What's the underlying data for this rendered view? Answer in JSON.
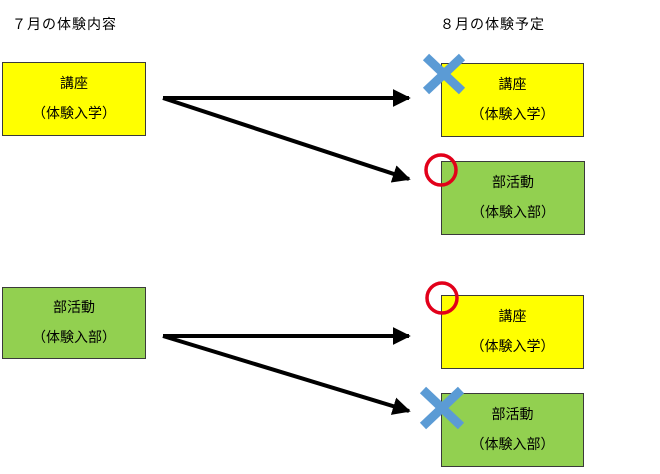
{
  "headings": {
    "july": "７月の体験内容",
    "august": "８月の体験予定"
  },
  "groups": [
    {
      "source": {
        "line1": "講座",
        "line2": "（体験入学）",
        "color": "#ffff00"
      },
      "targets": [
        {
          "line1": "講座",
          "line2": "（体験入学）",
          "color": "#ffff00",
          "mark": "cross"
        },
        {
          "line1": "部活動",
          "line2": "（体験入部）",
          "color": "#92d050",
          "mark": "circle"
        }
      ]
    },
    {
      "source": {
        "line1": "部活動",
        "line2": "（体験入部）",
        "color": "#92d050"
      },
      "targets": [
        {
          "line1": "講座",
          "line2": "（体験入学）",
          "color": "#ffff00",
          "mark": "circle"
        },
        {
          "line1": "部活動",
          "line2": "（体験入部）",
          "color": "#92d050",
          "mark": "cross"
        }
      ]
    }
  ],
  "colors": {
    "yellow": "#ffff00",
    "green": "#92d050",
    "cross": "#5b9bd5",
    "circle": "#e2001a",
    "arrow": "#000000"
  }
}
